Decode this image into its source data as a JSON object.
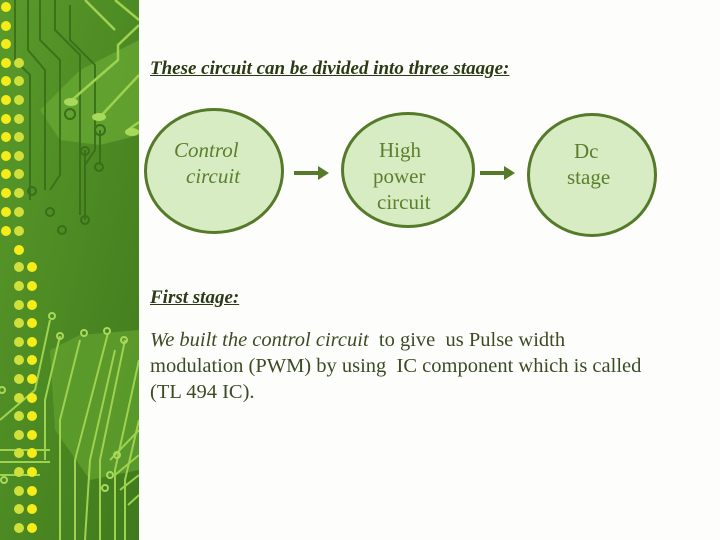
{
  "slide": {
    "title": "These circuit can be divided into three staage:",
    "diagram": {
      "nodes": [
        {
          "line1": "Control",
          "line2": "circuit",
          "line3": ""
        },
        {
          "line1": "High",
          "line2": "power",
          "line3": "circuit"
        },
        {
          "line1": "Dc",
          "line2": "stage",
          "line3": ""
        }
      ],
      "colors": {
        "fill": "#d7ecc2",
        "stroke": "#557a2a",
        "text": "#5b7f2e"
      }
    },
    "section_heading": "First stage:",
    "paragraph": {
      "italic_part": "We built the control circuit",
      "line1_rest": "  to give  us Pulse width",
      "line2": "modulation (PWM) by using  IC component which is called",
      "line3": "(TL 494 IC)."
    },
    "sidebar": {
      "theme": "green-circuit-board",
      "base_color": "#4d8a24"
    }
  }
}
